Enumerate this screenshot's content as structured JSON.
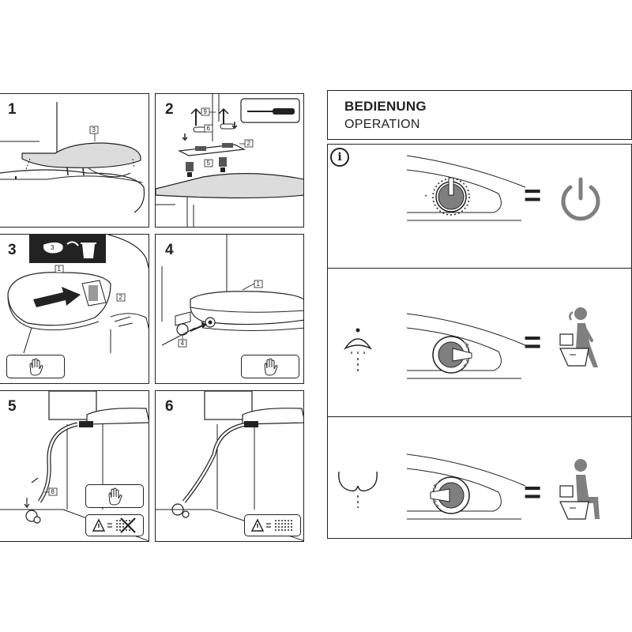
{
  "steps": [
    {
      "number": "1",
      "callouts": [
        "3"
      ]
    },
    {
      "number": "2",
      "callouts": [
        "9",
        "6",
        "2",
        "5"
      ]
    },
    {
      "number": "3",
      "callouts": [
        "1",
        "2"
      ],
      "header_badge": "3"
    },
    {
      "number": "4",
      "callouts": [
        "1",
        "4"
      ]
    },
    {
      "number": "5",
      "callouts": [
        "8"
      ]
    },
    {
      "number": "6",
      "callouts": []
    }
  ],
  "operation": {
    "title": "BEDIENUNG",
    "subtitle": "OPERATION",
    "info_glyph": "i",
    "equals": "=",
    "rows": [
      {
        "left_icon": "info-icon",
        "knob_state": "center-off",
        "result_icon": "power-icon"
      },
      {
        "left_icon": "shower-spray-icon",
        "knob_state": "right-front-wash",
        "result_icon": "woman-seated-icon"
      },
      {
        "left_icon": "rear-wash-icon",
        "knob_state": "left-rear-wash",
        "result_icon": "man-seated-icon"
      }
    ]
  },
  "icons": {
    "hand": "hand-icon",
    "warning": "warning-triangle-icon",
    "screwdriver": "screwdriver-icon",
    "trash": "trash-bin-icon"
  },
  "colors": {
    "line": "#222222",
    "gray": "#7f7f7f",
    "light": "#e6e6e6",
    "seat": "#dcdcdc"
  }
}
